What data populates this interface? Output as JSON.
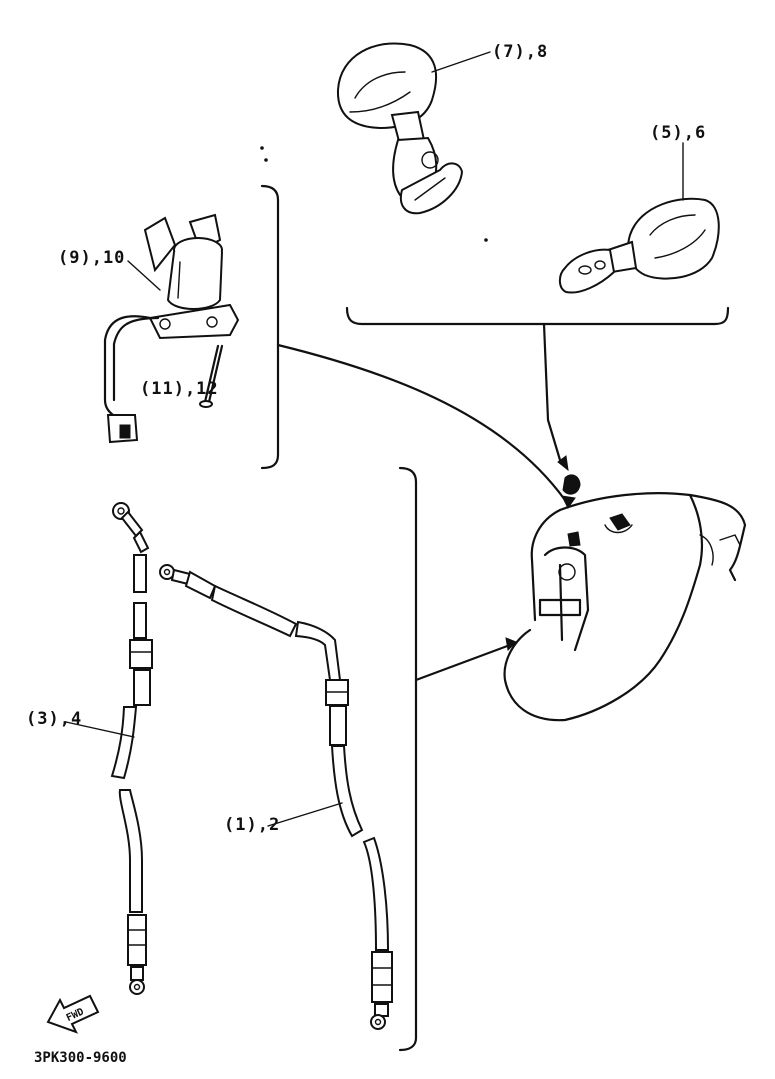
{
  "labels": {
    "mirror_left": "(7),8",
    "mirror_right": "(5),6",
    "main_switch": "(9),10",
    "bolt": "(11),12",
    "hose_left": "(3),4",
    "hose_right": "(1),2",
    "fwd": "FWD",
    "code": "3PK300-9600"
  }
}
